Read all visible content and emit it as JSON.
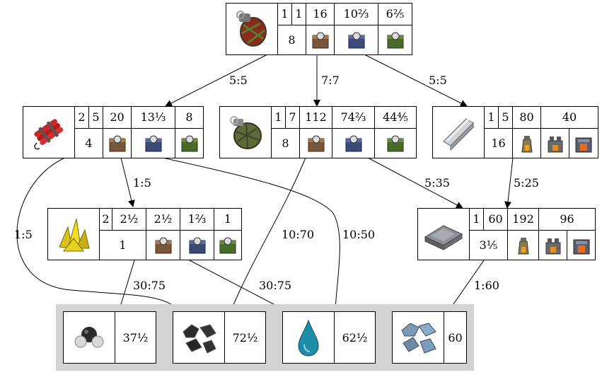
{
  "nodes": {
    "cluster_grenade": {
      "icon": "cluster-grenade-icon",
      "row1": [
        "1",
        "1",
        "16",
        "10²⁄₃",
        "6²⁄₅"
      ],
      "row2_value": "8",
      "machines": [
        "wooden-chest-assembler-icon",
        "blue-chest-assembler-icon",
        "green-chest-assembler-icon"
      ]
    },
    "explosives": {
      "icon": "dynamite-icon",
      "row1": [
        "2",
        "5",
        "20",
        "13¹⁄₃",
        "8"
      ],
      "row2_value": "4",
      "machines": [
        "wooden-chest-assembler-icon",
        "blue-chest-assembler-icon",
        "green-chest-assembler-icon"
      ]
    },
    "grenade": {
      "icon": "grenade-icon",
      "row1": [
        "1",
        "7",
        "112",
        "74²⁄₃",
        "44⁴⁄₅"
      ],
      "row2_value": "8",
      "machines": [
        "wooden-chest-assembler-icon",
        "blue-chest-assembler-icon",
        "green-chest-assembler-icon"
      ]
    },
    "steel": {
      "icon": "steel-beam-icon",
      "row1": [
        "1",
        "5",
        "80",
        "40"
      ],
      "row2_value": "16",
      "machines": [
        "stone-furnace-icon",
        "steel-furnace-icon",
        "electric-furnace-icon"
      ]
    },
    "sulfur": {
      "icon": "sulfur-crystal-icon",
      "row1": [
        "2",
        "2¹⁄₂",
        "2¹⁄₂",
        "1²⁄₃",
        "1"
      ],
      "row2_value": "1",
      "machines": [
        "wooden-chest-assembler-icon",
        "blue-chest-assembler-icon",
        "green-chest-assembler-icon"
      ]
    },
    "iron": {
      "icon": "iron-plate-icon",
      "row1": [
        "1",
        "60",
        "192",
        "96"
      ],
      "row2_value": "3¹⁄₅",
      "machines": [
        "stone-furnace-icon",
        "steel-furnace-icon",
        "electric-furnace-icon"
      ]
    }
  },
  "raw": [
    {
      "icon": "petroleum-gas-icon",
      "value": "37¹⁄₂"
    },
    {
      "icon": "coal-icon",
      "value": "72¹⁄₂"
    },
    {
      "icon": "water-drop-icon",
      "value": "62¹⁄₂"
    },
    {
      "icon": "iron-ore-icon",
      "value": "60"
    }
  ],
  "edges": [
    "5:5",
    "7:7",
    "5:5",
    "1:5",
    "1:5",
    "10:70",
    "10:50",
    "5:35",
    "5:25",
    "30:75",
    "30:75",
    "1:60"
  ],
  "colors": {
    "raw_background": "#d3d3d3",
    "stroke": "#000000"
  }
}
